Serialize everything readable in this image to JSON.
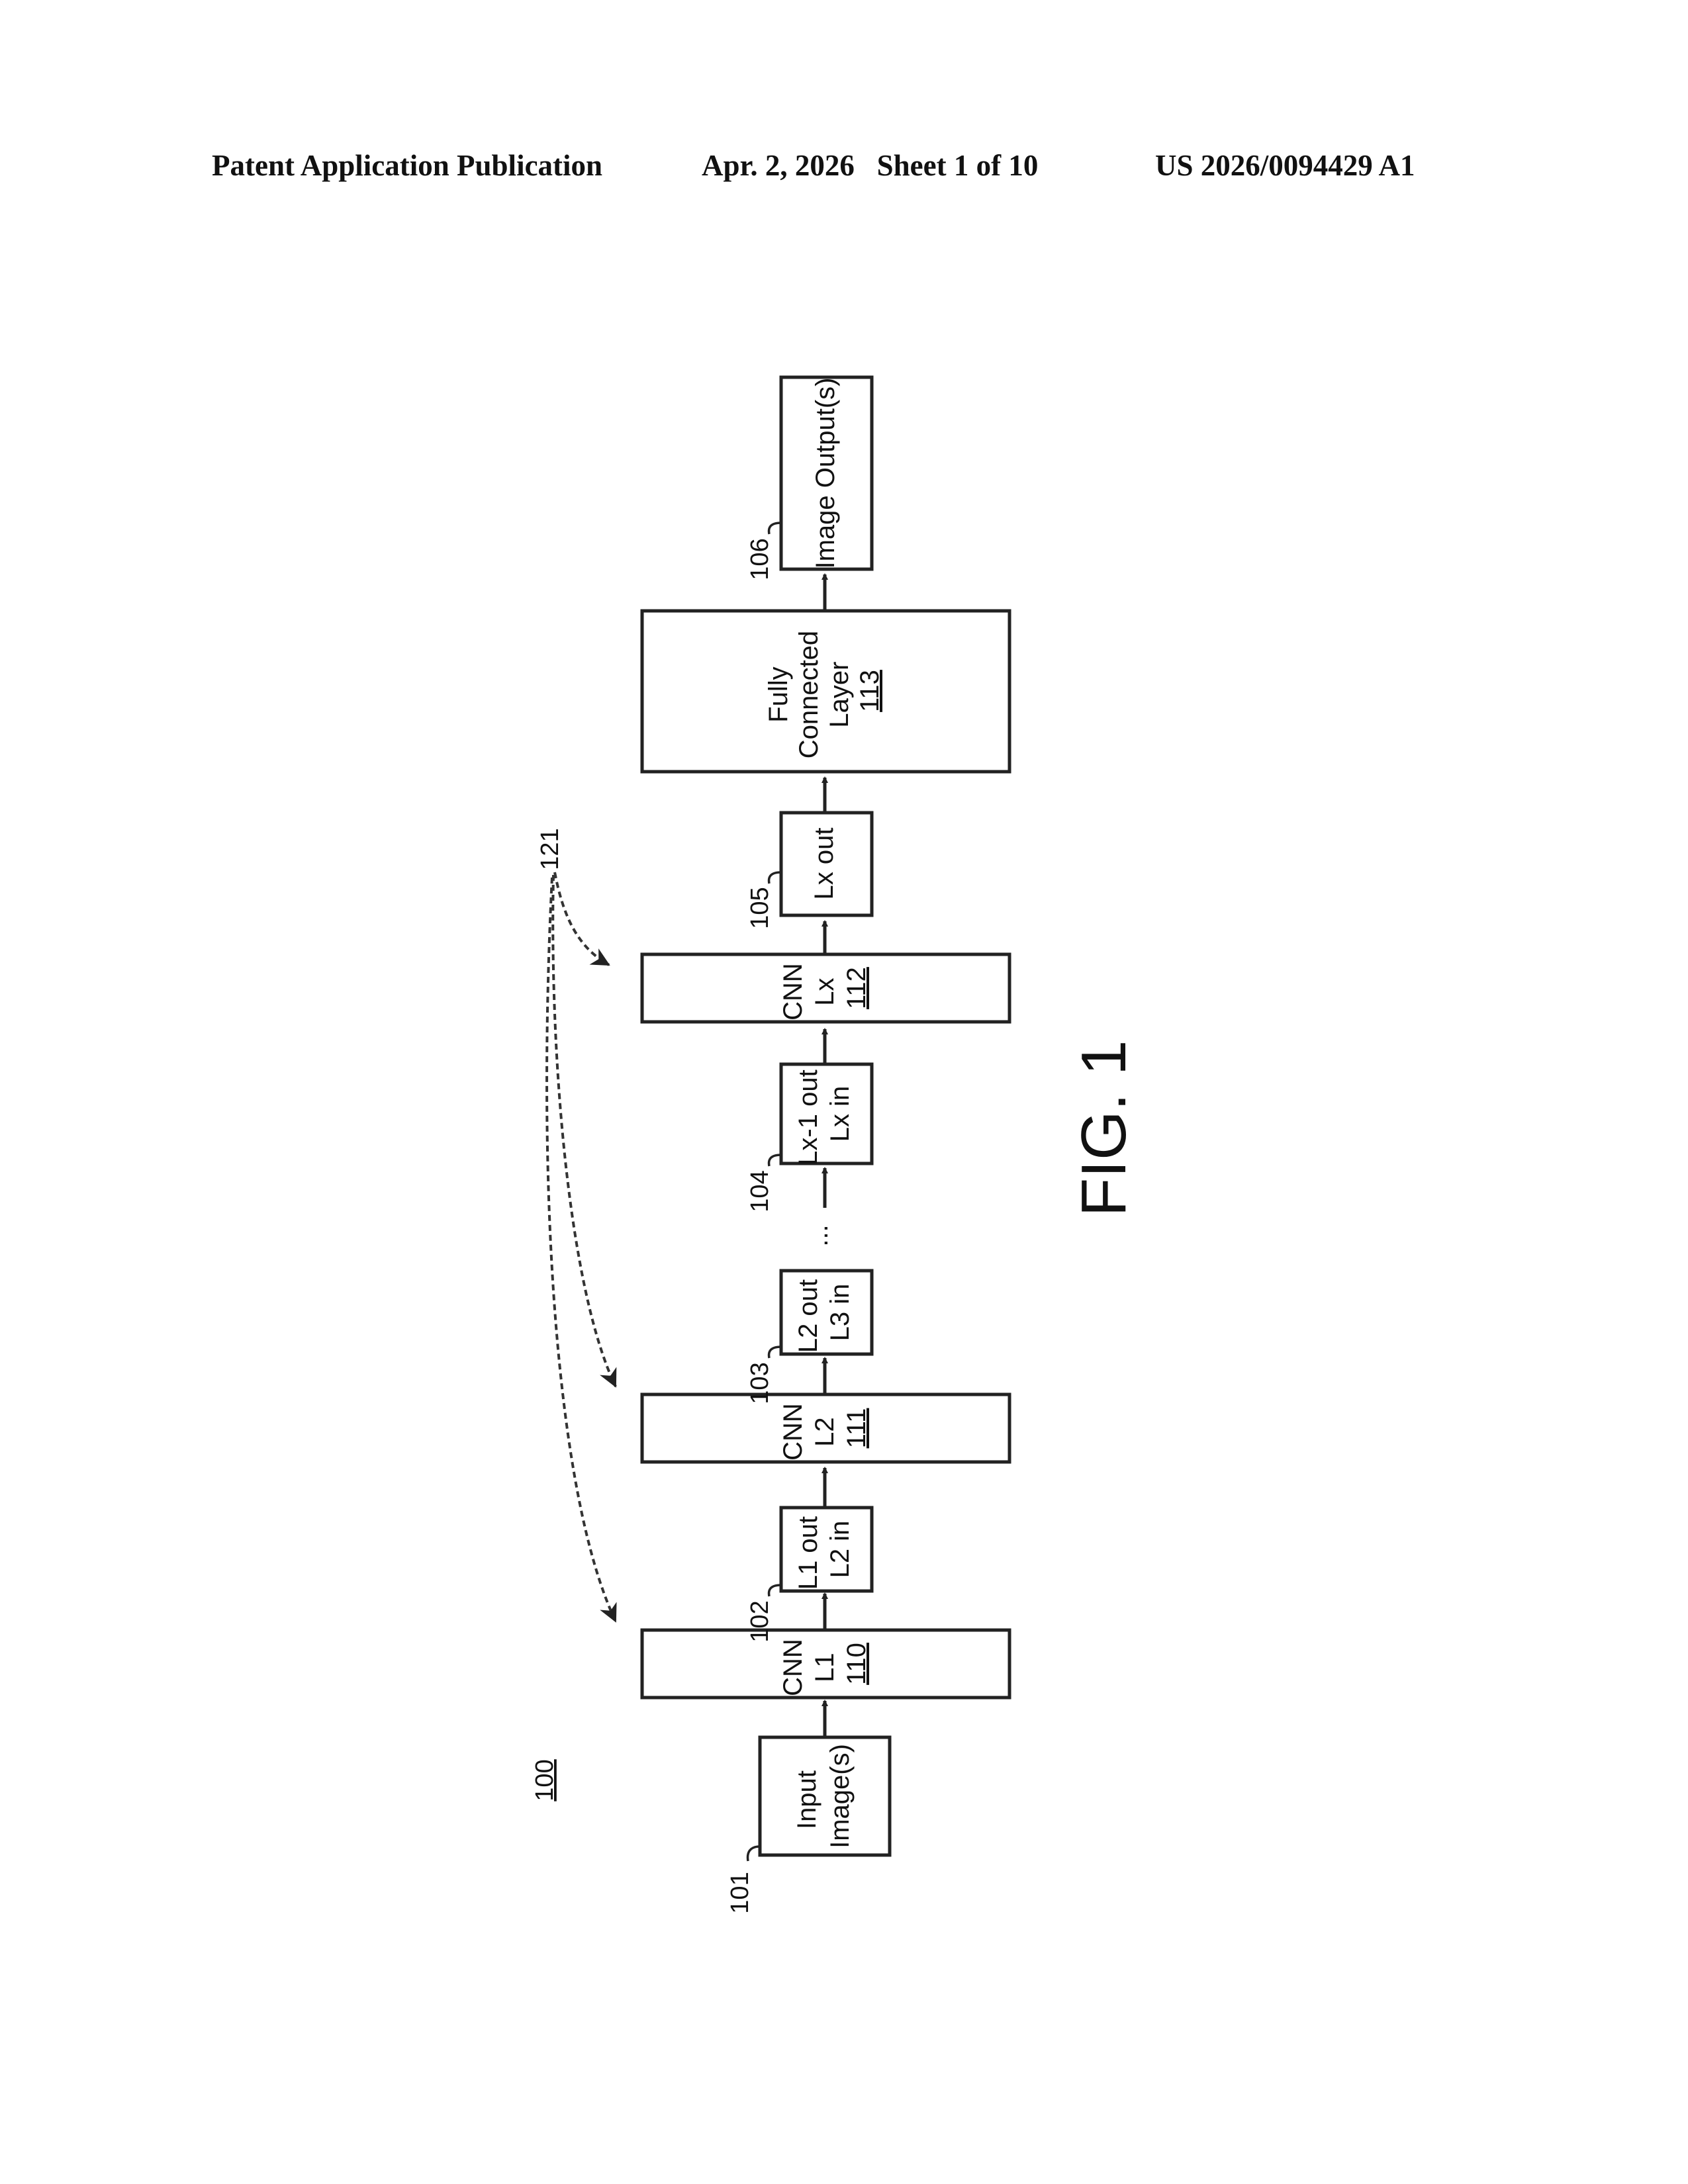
{
  "header": {
    "publication": "Patent Application Publication",
    "date_sheet": "Apr. 2, 2026   Sheet 1 of 10",
    "number": "US 2026/0094429 A1"
  },
  "diagram": {
    "ref_main": "100",
    "ref_feedback": "121",
    "figure_label": "FIG. 1",
    "ellipsis": "...",
    "blocks": {
      "input": {
        "ref": "101",
        "lines": [
          "Input",
          "Image(s)"
        ]
      },
      "cnn_l1": {
        "lines": [
          "CNN",
          "L1"
        ],
        "num": "110"
      },
      "l1_out": {
        "ref": "102",
        "lines": [
          "L1 out",
          "L2 in"
        ]
      },
      "cnn_l2": {
        "lines": [
          "CNN",
          "L2"
        ],
        "num": "111"
      },
      "l2_out": {
        "ref": "103",
        "lines": [
          "L2 out",
          "L3 in"
        ]
      },
      "lx1_out": {
        "ref": "104",
        "lines": [
          "Lx-1 out",
          "Lx in"
        ]
      },
      "cnn_lx": {
        "lines": [
          "CNN",
          "Lx"
        ],
        "num": "112"
      },
      "lx_out": {
        "ref": "105",
        "lines": [
          "Lx out"
        ]
      },
      "fc": {
        "lines": [
          "Fully",
          "Connected",
          "Layer"
        ],
        "num": "113"
      },
      "output": {
        "ref": "106",
        "lines": [
          "Image Output(s)"
        ]
      }
    }
  }
}
